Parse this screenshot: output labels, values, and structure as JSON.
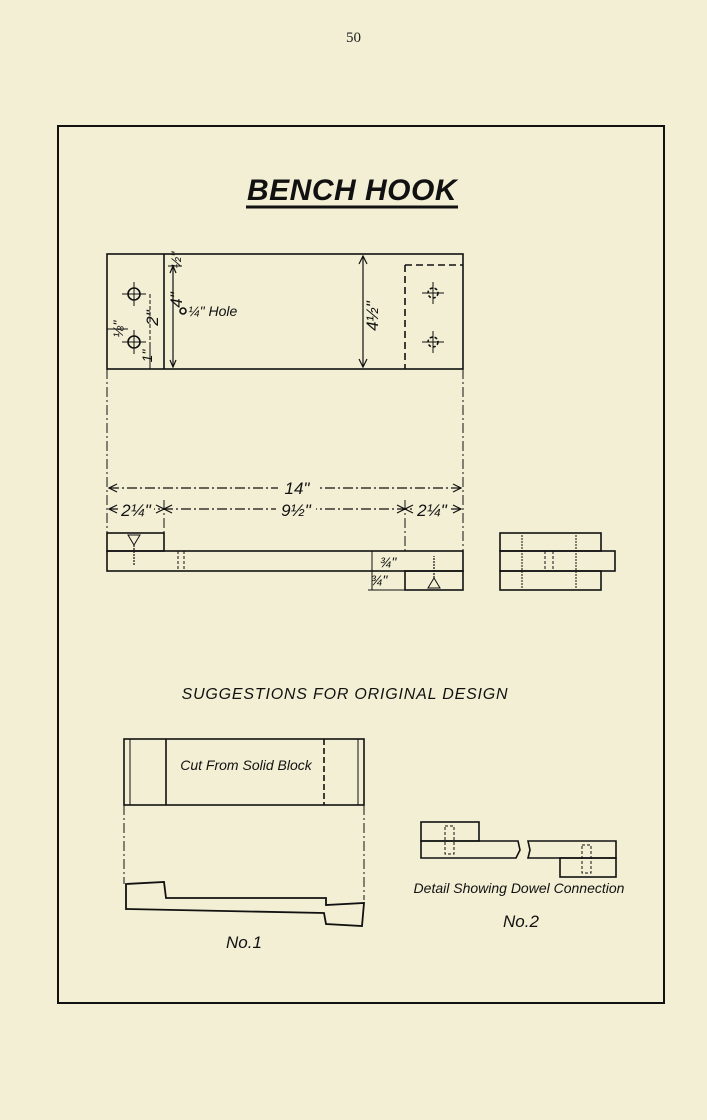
{
  "page_number": "50",
  "plate": {
    "title": "BENCH HOOK",
    "hole_note": "¼\" Hole",
    "dim_overall": "14\"",
    "dim_end_left": "2¼\"",
    "dim_middle": "9½\"",
    "dim_end_right": "2¼\"",
    "dim_width": "4½\"",
    "dim_cleat_height": "4\"",
    "dim_hole_spacing": "2\"",
    "dim_hole_edge": "1\"",
    "dim_hole_inset": "⅛\"",
    "dim_top_offset": "½\"",
    "dim_thickness_upper": "¾\"",
    "dim_thickness_lower": "¾\"",
    "suggestions_heading": "SUGGESTIONS FOR ORIGINAL DESIGN",
    "design1_note": "Cut From Solid Block",
    "design1_label": "No.1",
    "design2_note": "Detail Showing Dowel Connection",
    "design2_label": "No.2"
  }
}
